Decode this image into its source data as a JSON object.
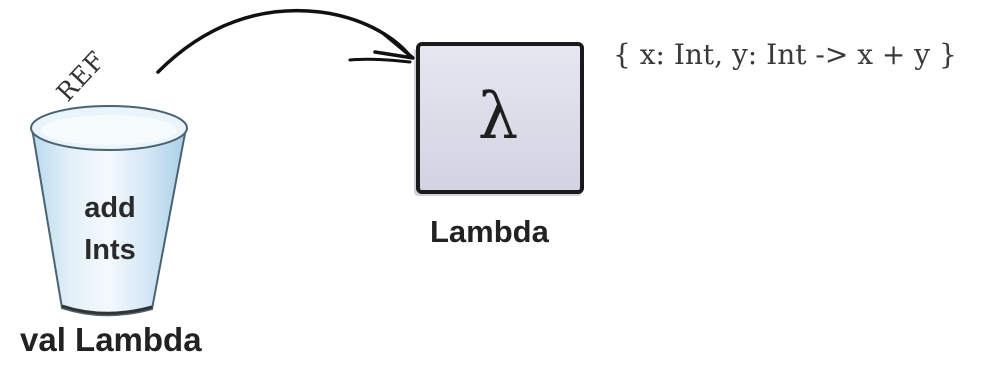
{
  "reference": {
    "tag": "REF"
  },
  "variable": {
    "name_line1": "add",
    "name_line2": "Ints",
    "caption": "val Lambda"
  },
  "object": {
    "symbol": "λ",
    "caption": "Lambda"
  },
  "code": {
    "text": "{ x: Int, y: Int -> x + y }"
  },
  "colors": {
    "cup_fill": "#cfe6f4",
    "cup_rim": "#e6f2fa",
    "box_fill": "#dcdcea",
    "outline": "#1a1a1a"
  }
}
